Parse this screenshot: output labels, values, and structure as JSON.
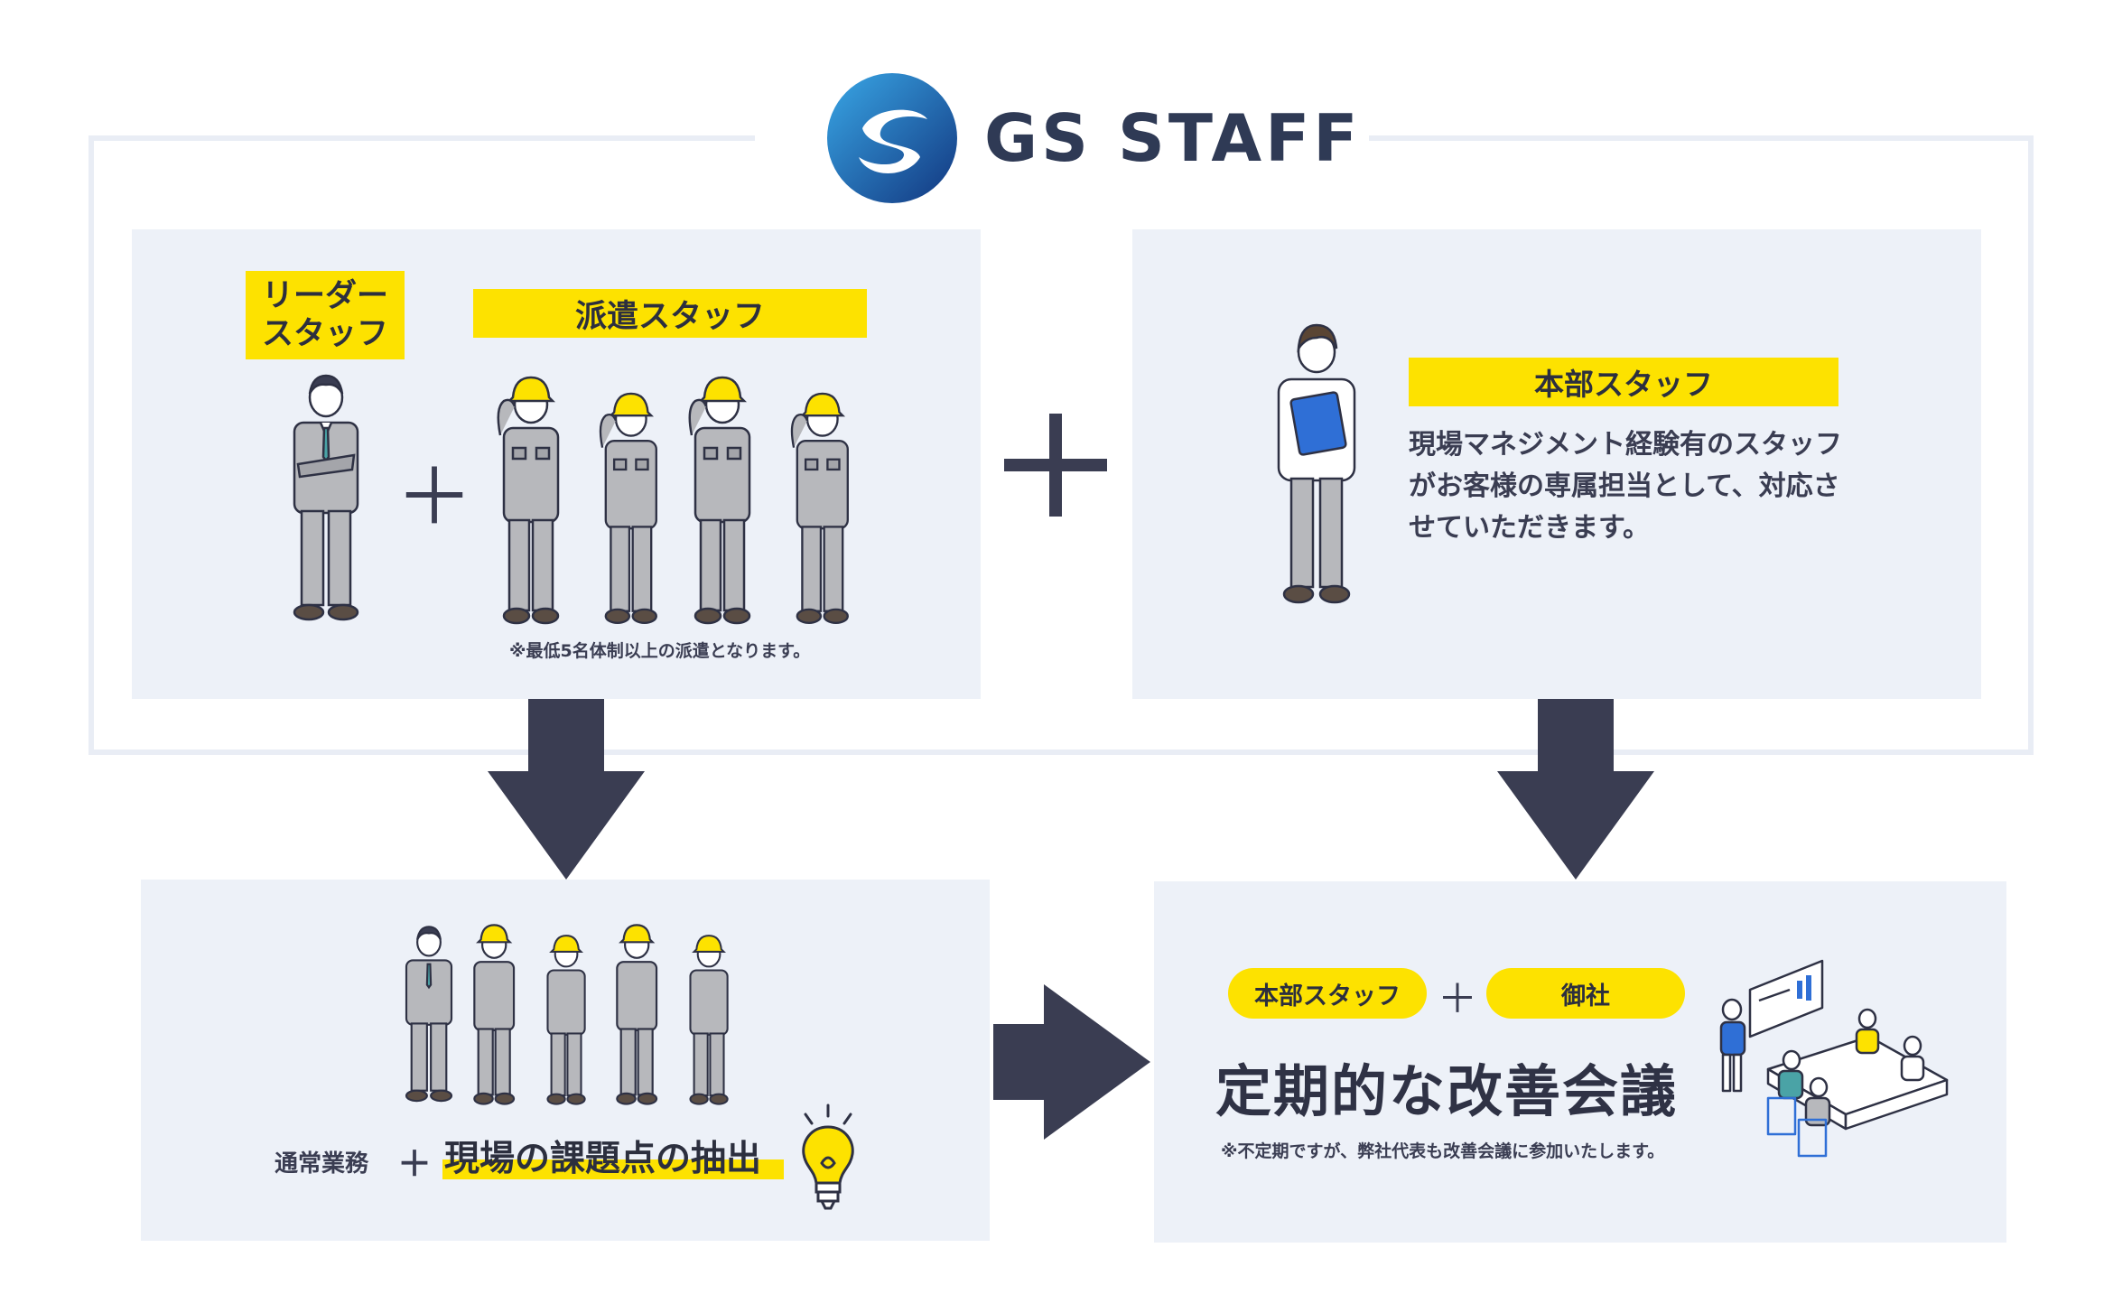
{
  "brand": {
    "name": "GS STAFF"
  },
  "top_left": {
    "leader_label": "リーダー\nスタッフ",
    "dispatch_label": "派遣スタッフ",
    "plus": "＋",
    "note": "※最低5名体制以上の派遣となります。"
  },
  "top_right": {
    "hq_label": "本部スタッフ",
    "description_lines": [
      "現場マネジメント経験有のスタッフ",
      "がお客様の専属担当として、対応さ",
      "せていただきます。"
    ]
  },
  "center_plus": "＋",
  "bottom_left": {
    "normal_work": "通常業務",
    "plus": "＋",
    "highlight": "現場の課題点の抽出"
  },
  "bottom_right": {
    "pill_hq": "本部スタッフ",
    "plus": "＋",
    "pill_client": "御社",
    "title": "定期的な改善会議",
    "note": "※不定期ですが、弊社代表も改善会議に参加いたします。"
  },
  "colors": {
    "navy": "#3a3d52",
    "yellow": "#fde200",
    "panel_bg": "#edf1f8",
    "frame": "#e9edf5",
    "logo_blue": "#1b5fb0"
  }
}
